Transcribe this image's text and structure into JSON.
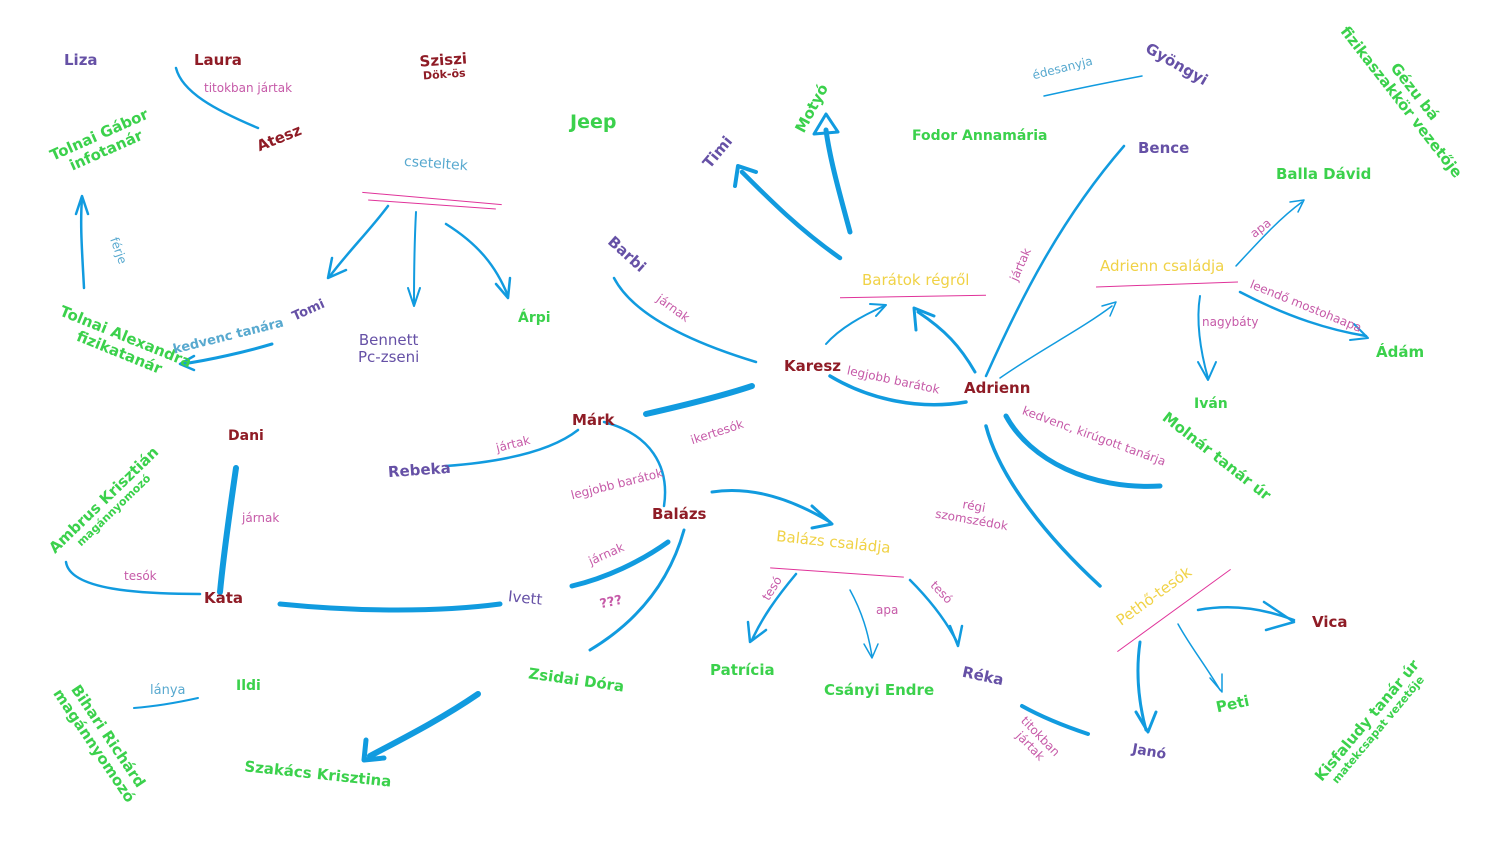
{
  "nodes": {
    "liza": "Liza",
    "laura": "Laura",
    "atesz": "Atesz",
    "sziszi": "Sziszi",
    "sziszi_sub": "Dök-ös",
    "jeep": "Jeep",
    "tolnai_gabor_1": "Tolnai Gábor",
    "tolnai_gabor_2": "infotanár",
    "tolnai_alexandra_1": "Tolnai Alexandra",
    "tolnai_alexandra_2": "fizikatanár",
    "cseteltek": "cseteltek",
    "tomi": "Tomi",
    "bennett_1": "Bennett",
    "bennett_2": "Pc-zseni",
    "arpi": "Árpi",
    "timi": "Timi",
    "motyo": "Motyó",
    "barbi": "Barbi",
    "fodor": "Fodor Annamária",
    "baratok_regrol": "Barátok régről",
    "karesz": "Karesz",
    "adrienn": "Adrienn",
    "gyongyi": "Gyöngyi",
    "bence": "Bence",
    "gezu_1": "Gézu bá",
    "gezu_2": "fizikaszakkör vezetője",
    "balla": "Balla Dávid",
    "adrienn_csaladja": "Adrienn családja",
    "adam": "Ádám",
    "ivan": "Iván",
    "molnar": "Molnár tanár úr",
    "dani": "Dani",
    "ambrus_1": "Ambrus Krisztián",
    "ambrus_2": "magánnyomozó",
    "kata": "Kata",
    "rebeka": "Rebeka",
    "mark": "Márk",
    "balazs": "Balázs",
    "ivett": "Ivett",
    "balazs_csaladja": "Balázs családja",
    "zsidai": "Zsidai Dóra",
    "patricia": "Patrícia",
    "csanyi": "Csányi Endre",
    "reka": "Réka",
    "petho": "Pethő-tesók",
    "vica": "Vica",
    "peti": "Peti",
    "jano": "Janó",
    "kisfaludy_1": "Kisfaludy tanár úr",
    "kisfaludy_2": "matekcsapat vezetője",
    "ildi": "Ildi",
    "bihari_1": "Bihari Richárd",
    "bihari_2": "magánnyomozó",
    "szakacs": "Szakács Krisztina"
  },
  "relations": {
    "titokban_jartak_top": "titokban jártak",
    "ferje": "férje",
    "kedvenc_tanara": "kedvenc tanára",
    "jarnak_barbi": "járnak",
    "legjobb_baratok_karesz": "legjobb barátok",
    "jartak_bence": "jártak",
    "edesanyja": "édesanyja",
    "apa_adrienn": "apa",
    "leendo_mostohaapa": "leendő mostohaapa",
    "nagybaty": "nagybáty",
    "kedvenc_kirugott_tanarja": "kedvenc, kirúgott tanárja",
    "regi_szomszedok_1": "régi",
    "regi_szomszedok_2": "szomszédok",
    "ikertesok": "ikertesók",
    "jartak_rebeka": "jártak",
    "legjobb_baratok_mark": "legjobb barátok",
    "jarnak_dani": "járnak",
    "tesok_kata": "tesók",
    "jarnak_ivett": "járnak",
    "question": "???",
    "teso_left": "tesó",
    "apa_balazs": "apa",
    "teso_right": "tesó",
    "lanya": "lánya",
    "titokban_jartak_bottom_1": "titokban",
    "titokban_jartak_bottom_2": "jártak"
  },
  "colors": {
    "arrow": "#119bdf",
    "underline": "#e0339a",
    "red": "#8f1c26",
    "green": "#3bd14c",
    "purple": "#6651a6",
    "pink": "#c65aa8",
    "blue": "#58a9cf",
    "yellow": "#f0d246"
  }
}
